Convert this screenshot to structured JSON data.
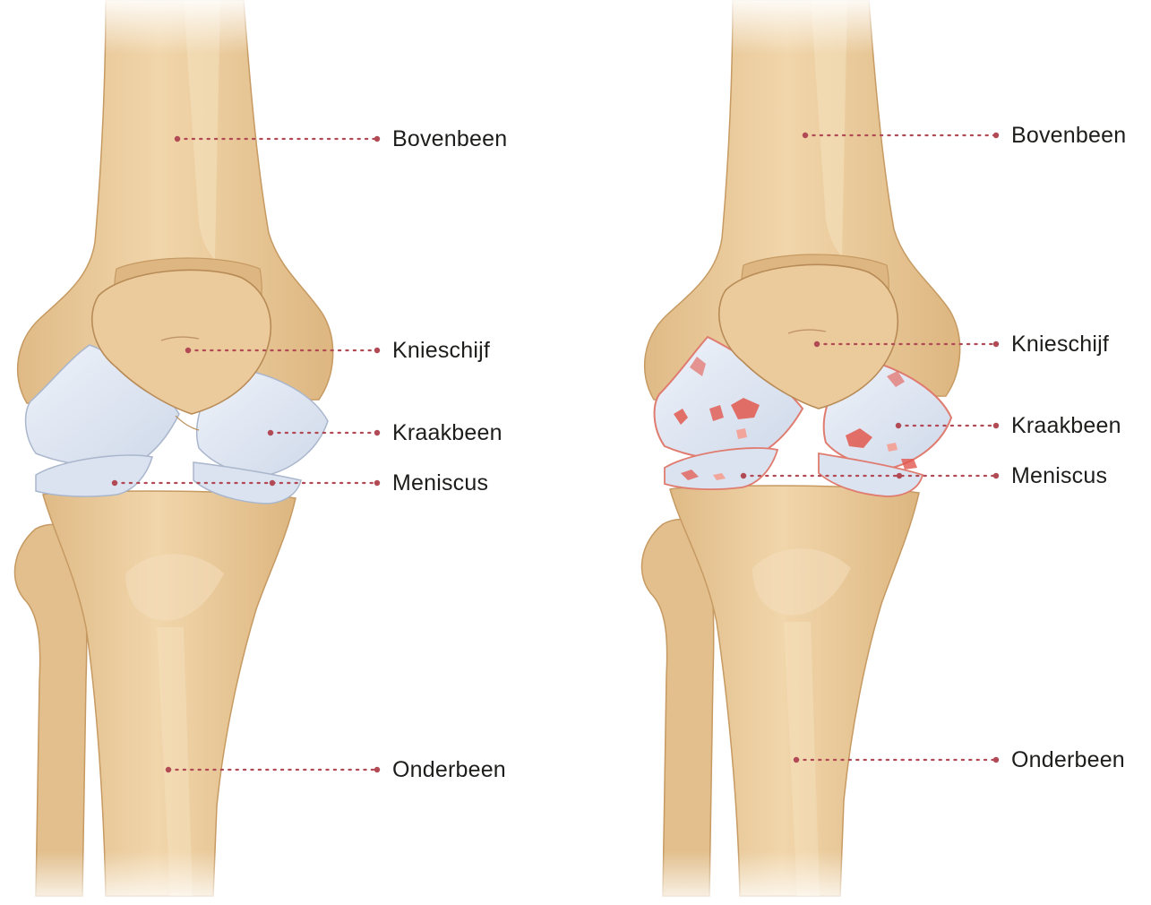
{
  "diagram": {
    "colors": {
      "bone": "#e9c99a",
      "bone_light": "#f3dcb5",
      "bone_shadow": "#d4ad78",
      "bone_outline": "#b88b56",
      "cartilage": "#dfe6f2",
      "cartilage_outline": "#a9b6cc",
      "damage": "#e2584f",
      "damage_light": "#f2a59a",
      "leader": "#b24a55",
      "text": "#1d1d1b"
    },
    "panels": [
      {
        "state": "healthy",
        "labels": {
          "femur": "Bovenbeen",
          "patella": "Knieschijf",
          "cartilage": "Kraakbeen",
          "meniscus": "Meniscus",
          "tibia": "Onderbeen"
        }
      },
      {
        "state": "damaged",
        "labels": {
          "femur": "Bovenbeen",
          "patella": "Knieschijf",
          "cartilage": "Kraakbeen",
          "meniscus": "Meniscus",
          "tibia": "Onderbeen"
        }
      }
    ]
  }
}
